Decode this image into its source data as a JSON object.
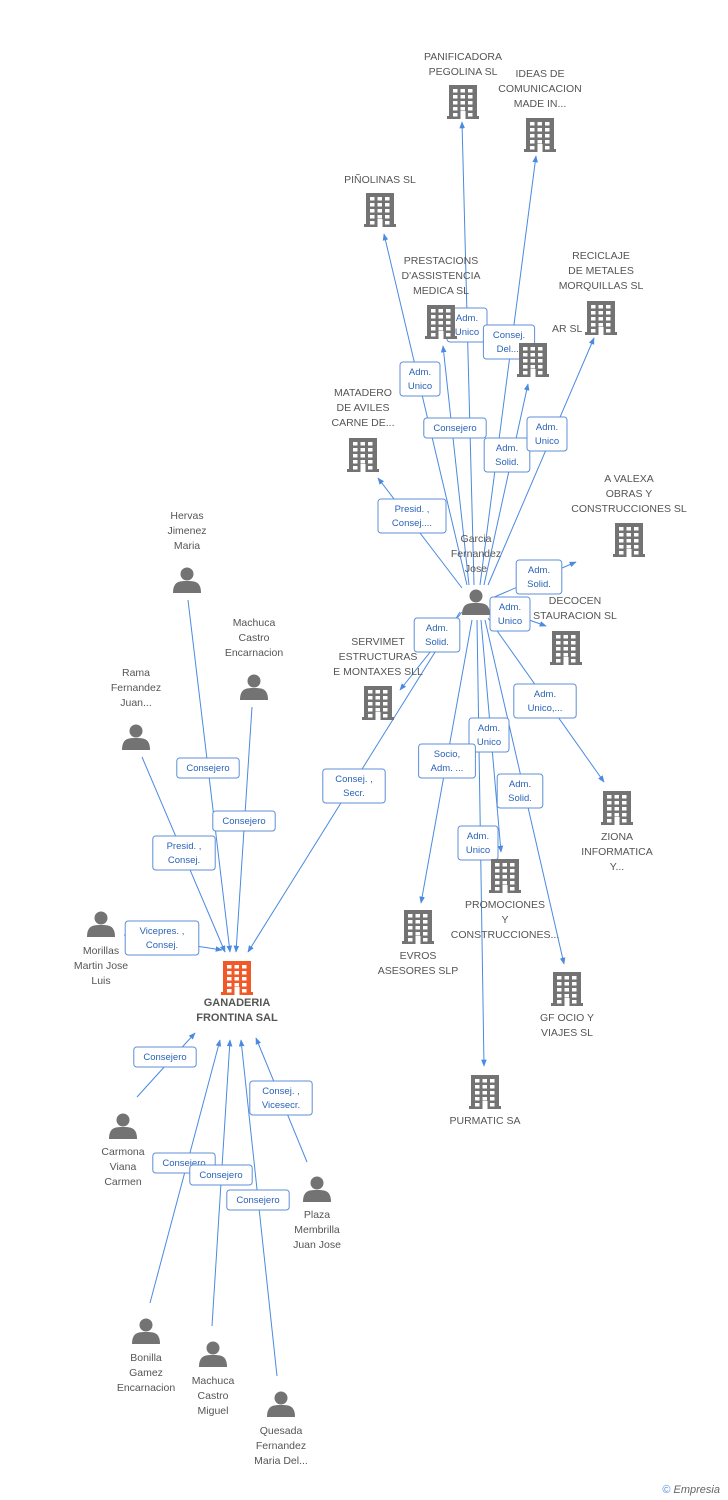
{
  "nodes": [
    {
      "id": "ganaderia",
      "type": "company",
      "main": true,
      "label": [
        "GANADERIA",
        "FRONTINA SAL"
      ]
    },
    {
      "id": "panificadora",
      "type": "company",
      "label": [
        "PANIFICADORA",
        "PEGOLINA SL"
      ]
    },
    {
      "id": "ideas",
      "type": "company",
      "label": [
        "IDEAS DE",
        "COMUNICACION",
        "MADE IN..."
      ]
    },
    {
      "id": "pinolinas",
      "type": "company",
      "label": [
        "PIÑOLINAS SL"
      ]
    },
    {
      "id": "prestacions",
      "type": "company",
      "label": [
        "PRESTACIONS",
        "D'ASSISTENCIA",
        "MEDICA SL"
      ]
    },
    {
      "id": "arsl",
      "type": "company",
      "label": [
        "AR SL"
      ]
    },
    {
      "id": "reciclaje",
      "type": "company",
      "label": [
        "RECICLAJE",
        "DE METALES",
        "MORQUILLAS SL"
      ]
    },
    {
      "id": "matadero",
      "type": "company",
      "label": [
        "MATADERO",
        "DE AVILES",
        "CARNE DE..."
      ]
    },
    {
      "id": "avalexa",
      "type": "company",
      "label": [
        "A VALEXA",
        "OBRAS Y",
        "CONSTRUCCIONES SL"
      ]
    },
    {
      "id": "decocen",
      "type": "company",
      "label": [
        "DECOCEN",
        "STAURACION SL"
      ]
    },
    {
      "id": "servimet",
      "type": "company",
      "label": [
        "SERVIMET",
        "ESTRUCTURAS",
        "E MONTAXES SLL"
      ]
    },
    {
      "id": "ziona",
      "type": "company",
      "label": [
        "ZIONA",
        "INFORMATICA",
        "Y..."
      ]
    },
    {
      "id": "promociones",
      "type": "company",
      "label": [
        "PROMOCIONES",
        "Y",
        "CONSTRUCCIONES..."
      ]
    },
    {
      "id": "evros",
      "type": "company",
      "label": [
        "EVROS",
        "ASESORES SLP"
      ]
    },
    {
      "id": "gfocio",
      "type": "company",
      "label": [
        "GF OCIO Y",
        "VIAJES SL"
      ]
    },
    {
      "id": "purmatic",
      "type": "company",
      "label": [
        "PURMATIC SA"
      ]
    },
    {
      "id": "garcia",
      "type": "person",
      "label": [
        "Garcia",
        "Fernandez",
        "Jose"
      ]
    },
    {
      "id": "hervas",
      "type": "person",
      "label": [
        "Hervas",
        "Jimenez",
        "Maria"
      ]
    },
    {
      "id": "machuca_e",
      "type": "person",
      "label": [
        "Machuca",
        "Castro",
        "Encarnacion"
      ]
    },
    {
      "id": "rama",
      "type": "person",
      "label": [
        "Rama",
        "Fernandez",
        "Juan..."
      ]
    },
    {
      "id": "morillas",
      "type": "person",
      "label": [
        "Morillas",
        "Martin Jose",
        "Luis"
      ]
    },
    {
      "id": "carmona",
      "type": "person",
      "label": [
        "Carmona",
        "Viana",
        "Carmen"
      ]
    },
    {
      "id": "plaza",
      "type": "person",
      "label": [
        "Plaza",
        "Membrilla",
        "Juan Jose"
      ]
    },
    {
      "id": "bonilla",
      "type": "person",
      "label": [
        "Bonilla",
        "Gamez",
        "Encarnacion"
      ]
    },
    {
      "id": "machuca_m",
      "type": "person",
      "label": [
        "Machuca",
        "Castro",
        "Miguel"
      ]
    },
    {
      "id": "quesada",
      "type": "person",
      "label": [
        "Quesada",
        "Fernandez",
        "Maria Del..."
      ]
    }
  ],
  "edges": [
    {
      "from": "garcia",
      "to": "panificadora",
      "label": [
        "Adm.",
        "Unico"
      ]
    },
    {
      "from": "garcia",
      "to": "ideas",
      "label": [
        "Consej.",
        "Del...."
      ]
    },
    {
      "from": "garcia",
      "to": "pinolinas",
      "label": [
        "Adm.",
        "Unico"
      ]
    },
    {
      "from": "garcia",
      "to": "prestacions",
      "label": [
        "Consejero"
      ]
    },
    {
      "from": "garcia",
      "to": "arsl",
      "label": [
        "Adm.",
        "Solid."
      ]
    },
    {
      "from": "garcia",
      "to": "reciclaje",
      "label": [
        "Adm.",
        "Unico"
      ]
    },
    {
      "from": "garcia",
      "to": "matadero",
      "label": [
        "Presid. ,",
        "Consej...."
      ]
    },
    {
      "from": "garcia",
      "to": "avalexa",
      "label": [
        "Adm.",
        "Solid."
      ]
    },
    {
      "from": "garcia",
      "to": "decocen",
      "label": [
        "Adm.",
        "Unico"
      ]
    },
    {
      "from": "garcia",
      "to": "servimet",
      "label": [
        "Adm.",
        "Solid."
      ]
    },
    {
      "from": "garcia",
      "to": "ziona",
      "label": [
        "Adm.",
        "Unico,..."
      ]
    },
    {
      "from": "garcia",
      "to": "promociones",
      "label": [
        "Adm.",
        "Unico"
      ]
    },
    {
      "from": "garcia",
      "to": "evros",
      "label": [
        "Socio,",
        "Adm. ..."
      ]
    },
    {
      "from": "garcia",
      "to": "gfocio",
      "label": [
        "Adm.",
        "Solid."
      ]
    },
    {
      "from": "garcia",
      "to": "purmatic",
      "label": [
        "Adm.",
        "Unico"
      ]
    },
    {
      "from": "garcia",
      "to": "ganaderia",
      "label": [
        "Consej. ,",
        "Secr."
      ]
    },
    {
      "from": "hervas",
      "to": "ganaderia",
      "label": [
        "Consejero"
      ]
    },
    {
      "from": "machuca_e",
      "to": "ganaderia",
      "label": [
        "Consejero"
      ]
    },
    {
      "from": "rama",
      "to": "ganaderia",
      "label": [
        "Presid. ,",
        "Consej."
      ]
    },
    {
      "from": "morillas",
      "to": "ganaderia",
      "label": [
        "Vicepres. ,",
        "Consej."
      ]
    },
    {
      "from": "carmona",
      "to": "ganaderia",
      "label": [
        "Consejero"
      ]
    },
    {
      "from": "plaza",
      "to": "ganaderia",
      "label": [
        "Consej. ,",
        "Vicesecr."
      ]
    },
    {
      "from": "bonilla",
      "to": "ganaderia",
      "label": [
        "Consejero"
      ]
    },
    {
      "from": "machuca_m",
      "to": "ganaderia",
      "label": [
        "Consejero"
      ]
    },
    {
      "from": "quesada",
      "to": "ganaderia",
      "label": [
        "Consejero"
      ]
    }
  ],
  "colors": {
    "edge": "#4a8ae0",
    "icon": "#737373",
    "main_icon": "#f05a28",
    "label": "#555555",
    "edge_label": "#2a62b8"
  },
  "footer": {
    "copyright": "©",
    "brand": "Empresia"
  }
}
